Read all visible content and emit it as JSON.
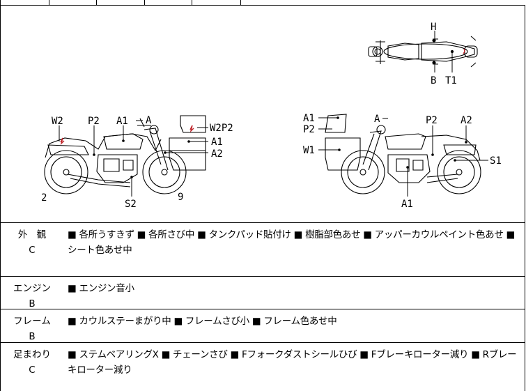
{
  "diagram_labels": {
    "top": {
      "H": "H",
      "B": "B",
      "T1": "T1"
    },
    "left": {
      "W2": "W2",
      "P2": "P2",
      "A1": "A1",
      "A": "A",
      "W2P2": "W2P2",
      "A1b": "A1",
      "A2": "A2",
      "n2": "2",
      "S2": "S2",
      "n9": "9"
    },
    "right": {
      "A1": "A1",
      "P2": "P2",
      "W1": "W1",
      "A": "A",
      "P2b": "P2",
      "A2": "A2",
      "S1": "S1",
      "A1b": "A1"
    }
  },
  "rows": [
    {
      "cat": "外　観",
      "grade": "C",
      "desc": "■ 各所うすきず ■ 各所さび中 ■ タンクパッド貼付け ■ 樹脂部色あせ ■ アッパーカウルペイント色あせ ■ シート色あせ中"
    },
    {
      "cat": "エンジン",
      "grade": "B",
      "desc": "■ エンジン音小"
    },
    {
      "cat": "フレーム",
      "grade": "B",
      "desc": "■ カウルステーまがり中 ■ フレームさび小 ■ フレーム色あせ中"
    },
    {
      "cat": "足まわり",
      "grade": "C",
      "desc": "■ ステムベアリングX ■ チェーンさび ■ Fフォークダストシールひび ■ Fブレーキローター減り ■ Rブレーキローター減り"
    }
  ],
  "colors": {
    "damage_mark": "#c0262b",
    "line": "#000000"
  }
}
